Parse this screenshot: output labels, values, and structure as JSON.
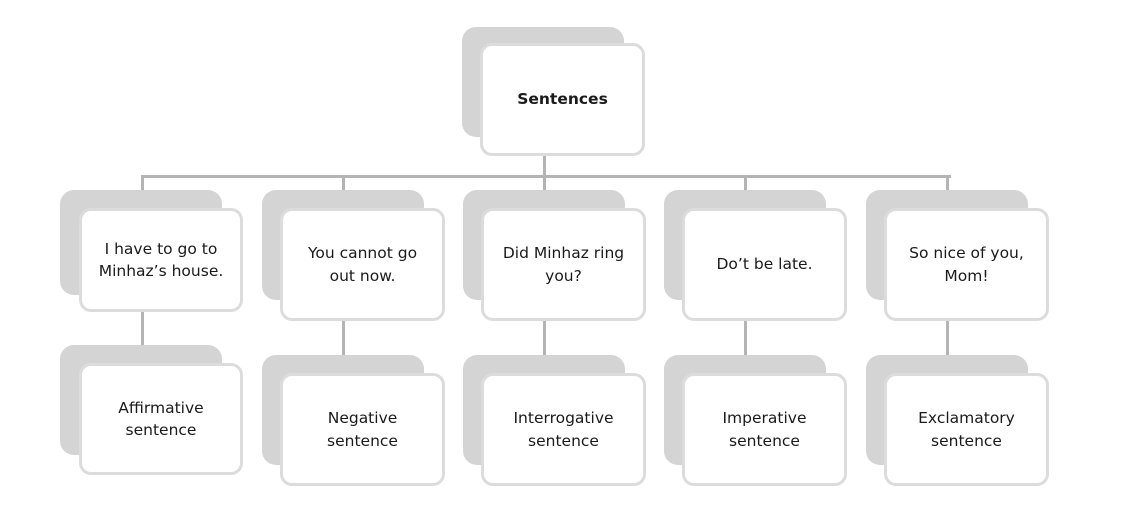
{
  "root": {
    "label": "Sentences"
  },
  "examples": [
    {
      "example": "I have to go to\nMinhaz’s house.",
      "type": "Affirmative\nsentence"
    },
    {
      "example": "You cannot go\nout now.",
      "type": "Negative\nsentence"
    },
    {
      "example": "Did Minhaz ring\nyou?",
      "type": "Interrogative\nsentence"
    },
    {
      "example": "Do’t be late.",
      "type": "Imperative\nsentence"
    },
    {
      "example": "So nice of you,\nMom!",
      "type": "Exclamatory\nsentence"
    }
  ]
}
